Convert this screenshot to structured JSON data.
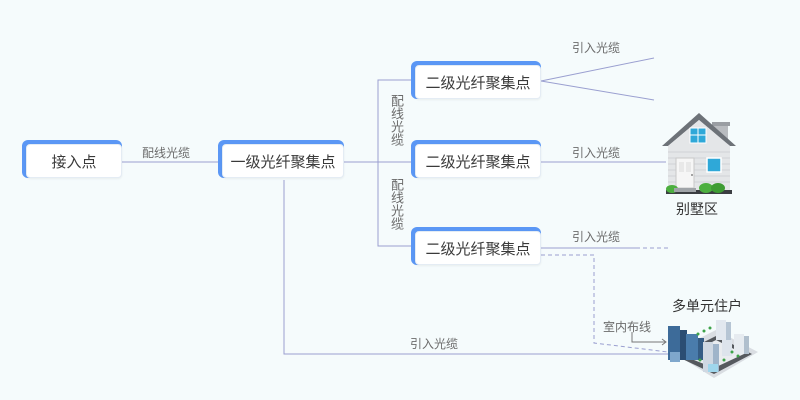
{
  "diagram": {
    "nodes": {
      "access_point": "接入点",
      "level1": "一级光纤聚集点",
      "level2_a": "二级光纤聚集点",
      "level2_b": "二级光纤聚集点",
      "level2_c": "二级光纤聚集点"
    },
    "edge_labels": {
      "distribution_cable": "配线光缆",
      "distribution_cable_upper": "配线光缆",
      "distribution_cable_lower": "配线光缆",
      "drop_cable_top": "引入光缆",
      "drop_cable_villa": "引入光缆",
      "drop_cable_bottom": "引入光缆",
      "drop_cable_direct": "引入光缆",
      "indoor_wiring": "室内布线"
    },
    "destinations": {
      "villa": "别墅区",
      "multi_unit": "多单元住户"
    },
    "colors": {
      "node_accent": "#5b97f5",
      "line": "#9a9fd0",
      "background": "#f5fbfc"
    }
  }
}
